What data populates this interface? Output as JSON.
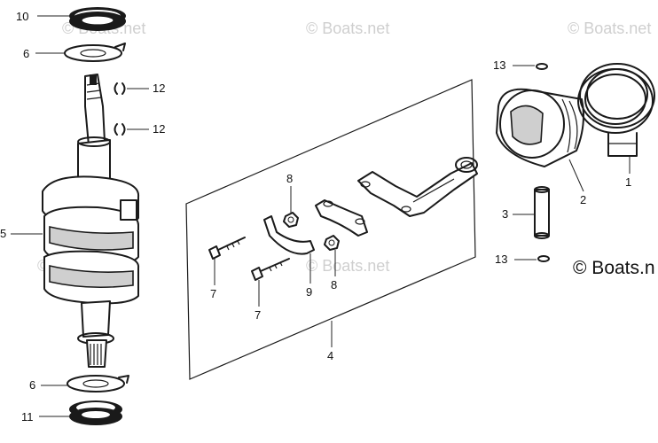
{
  "watermark": "© Boats.net",
  "copyright": "© Boats.n",
  "callouts": {
    "c10": "10",
    "c6_top": "6",
    "c12_a": "12",
    "c12_b": "12",
    "c5": "5",
    "c6_bottom": "6",
    "c11": "11",
    "c8_a": "8",
    "c8_b": "8",
    "c7_a": "7",
    "c7_b": "7",
    "c9": "9",
    "c4": "4",
    "c13_top": "13",
    "c13_bottom": "13",
    "c2": "2",
    "c1": "1",
    "c3": "3"
  }
}
